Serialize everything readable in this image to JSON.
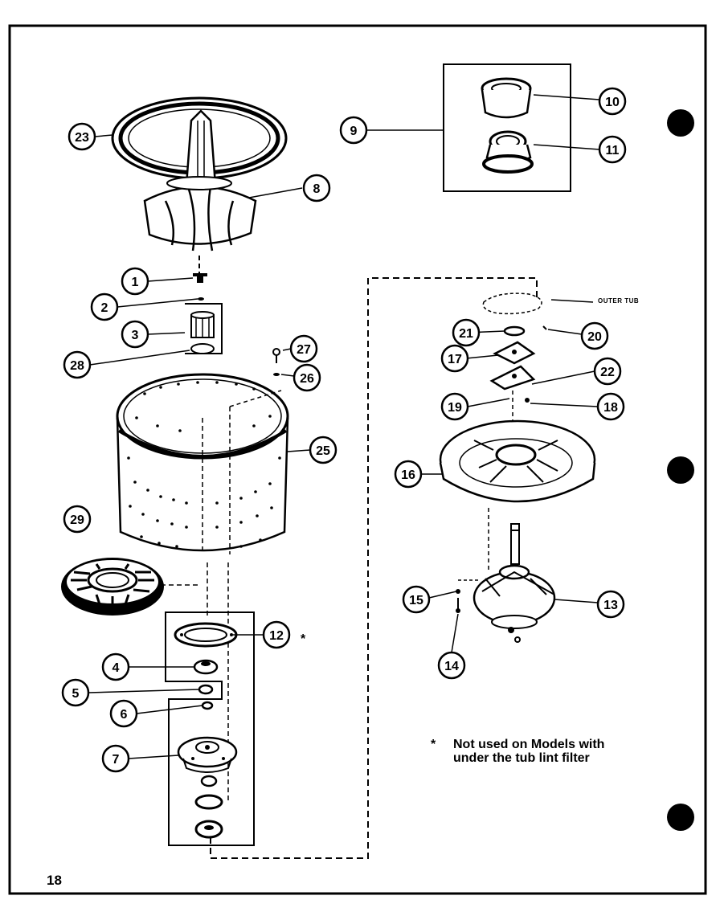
{
  "page_number": "18",
  "note": {
    "marker": "*",
    "line1": "Not used on Models with",
    "line2": "under the tub lint filter"
  },
  "label_outer_tub": "OUTER TUB",
  "callouts": {
    "c1": "1",
    "c2": "2",
    "c3": "3",
    "c4": "4",
    "c5": "5",
    "c6": "6",
    "c7": "7",
    "c8": "8",
    "c9": "9",
    "c10": "10",
    "c11": "11",
    "c12": "12",
    "c13": "13",
    "c14": "14",
    "c15": "15",
    "c16": "16",
    "c17": "17",
    "c18": "18",
    "c19": "19",
    "c20": "20",
    "c21": "21",
    "c22": "22",
    "c23": "23",
    "c25": "25",
    "c26": "26",
    "c27": "27",
    "c28": "28",
    "c29": "29"
  },
  "asterisk_12": "*"
}
